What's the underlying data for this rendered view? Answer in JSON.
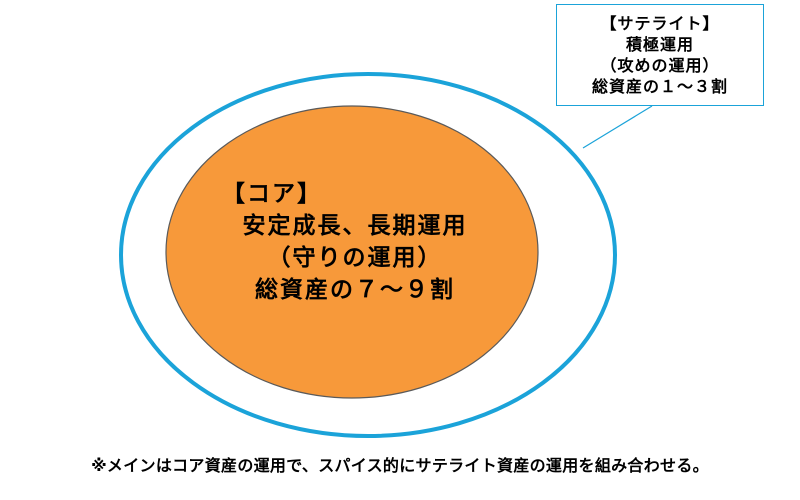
{
  "colors": {
    "outer_ring": "#1ba3d9",
    "core_fill": "#f7993a",
    "core_stroke": "#5a5a5a",
    "callout_border": "#1ba3d9"
  },
  "satellite": {
    "title": "【サテライト】",
    "line1": "積極運用",
    "line2": "（攻めの運用）",
    "line3": "総資産の１～３割"
  },
  "core": {
    "title": "【コア】",
    "line1": "安定成長、長期運用",
    "line2": "（守りの運用）",
    "line3": "総資産の７～９割"
  },
  "footnote": "※メインはコア資産の運用で、スパイス的にサテライト資産の運用を組み合わせる。"
}
